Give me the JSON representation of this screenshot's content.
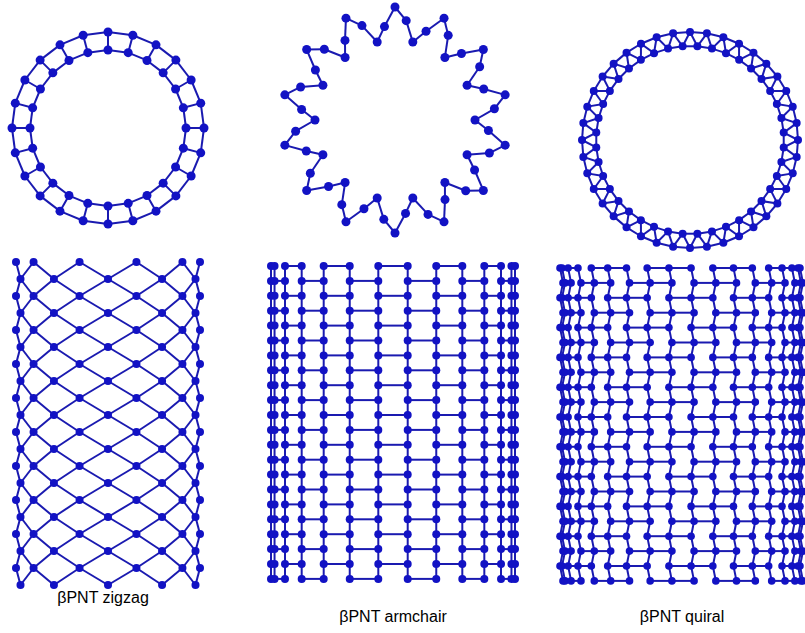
{
  "diagram": {
    "labels": [
      "βPNT zigzag",
      "βPNT armchair",
      "βPNT quiral"
    ]
  }
}
